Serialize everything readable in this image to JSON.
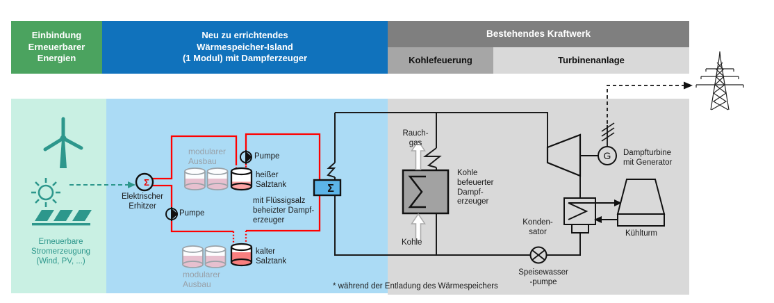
{
  "header": {
    "renewables": "Einbindung\nErneuerbarer\nEnergien",
    "storage_island": "Neu zu errichtendes\nWärmespeicher-Island\n(1 Modul) mit Dampferzeuger",
    "existing_plant": "Bestehendes Kraftwerk",
    "coal_firing": "Kohlefeuerung",
    "turbine_plant": "Turbinenanlage"
  },
  "diagram": {
    "renewable_generation": "Erneuerbare\nStromerzeugung\n(Wind, PV, ...)",
    "electric_heater": "Elektrischer\nErhitzer",
    "pump_lower": "Pumpe",
    "pump_hot": "Pumpe",
    "modular_expansion_top": "modularer\nAusbau",
    "modular_expansion_bottom": "modularer\nAusbau",
    "hot_salt_tank": "heißer\nSalztank",
    "cold_salt_tank": "kalter\nSalztank",
    "salt_steam_generator": "mit Flüssigsalz\nbeheizter Dampf-\nerzeuger",
    "flue_gas": "Rauch-\ngas",
    "coal": "Kohle",
    "coal_steam_generator": "Kohle\nbefeuerter\nDampf-\nerzeuger",
    "steam_turbine_generator": "Dampfturbine\nmit Generator",
    "condenser": "Konden-\nsator",
    "feedwater_pump": "Speisewasser\n-pumpe",
    "cooling_tower": "Kühlturm",
    "footnote": "* während der Entladung des Wärmespeichers",
    "symbols": {
      "sigma": "Σ",
      "generator": "G"
    }
  },
  "colors": {
    "header_green": "#4ba35f",
    "header_blue": "#1072bc",
    "header_gray_dark": "#7f7f7f",
    "header_gray_medium": "#a6a6a6",
    "header_gray_light": "#d9d9d9",
    "region_mint": "#c9f0e3",
    "region_blue": "#abdbf5",
    "region_gray": "#d9d9d9",
    "teal_accent": "#2d978c",
    "pipe_red": "#ff0000",
    "salt_red": "#f98080",
    "ghost_pink": "#e7c0cf",
    "exchanger_blue": "#5cb5e8",
    "boiler_gray": "#a2a2a2"
  }
}
